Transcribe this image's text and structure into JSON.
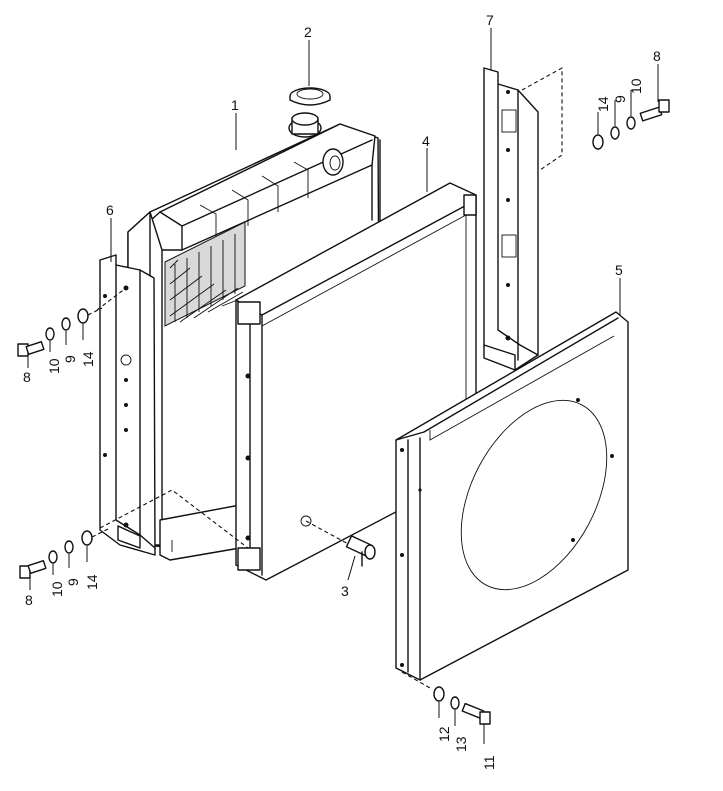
{
  "callouts": [
    {
      "id": "c1",
      "text": "1"
    },
    {
      "id": "c2",
      "text": "2"
    },
    {
      "id": "c3",
      "text": "3"
    },
    {
      "id": "c4",
      "text": "4"
    },
    {
      "id": "c5",
      "text": "5"
    },
    {
      "id": "c6",
      "text": "6"
    },
    {
      "id": "c7",
      "text": "7"
    },
    {
      "id": "c8a",
      "text": "8"
    },
    {
      "id": "c9a",
      "text": "9"
    },
    {
      "id": "c10a",
      "text": "10"
    },
    {
      "id": "c14a",
      "text": "14"
    },
    {
      "id": "c8b",
      "text": "8"
    },
    {
      "id": "c10b",
      "text": "10"
    },
    {
      "id": "c9b",
      "text": "9"
    },
    {
      "id": "c14b",
      "text": "14"
    },
    {
      "id": "c8c",
      "text": "8"
    },
    {
      "id": "c10c",
      "text": "10"
    },
    {
      "id": "c9c",
      "text": "9"
    },
    {
      "id": "c14c",
      "text": "14"
    },
    {
      "id": "c12",
      "text": "12"
    },
    {
      "id": "c13",
      "text": "13"
    },
    {
      "id": "c11",
      "text": "11"
    }
  ]
}
